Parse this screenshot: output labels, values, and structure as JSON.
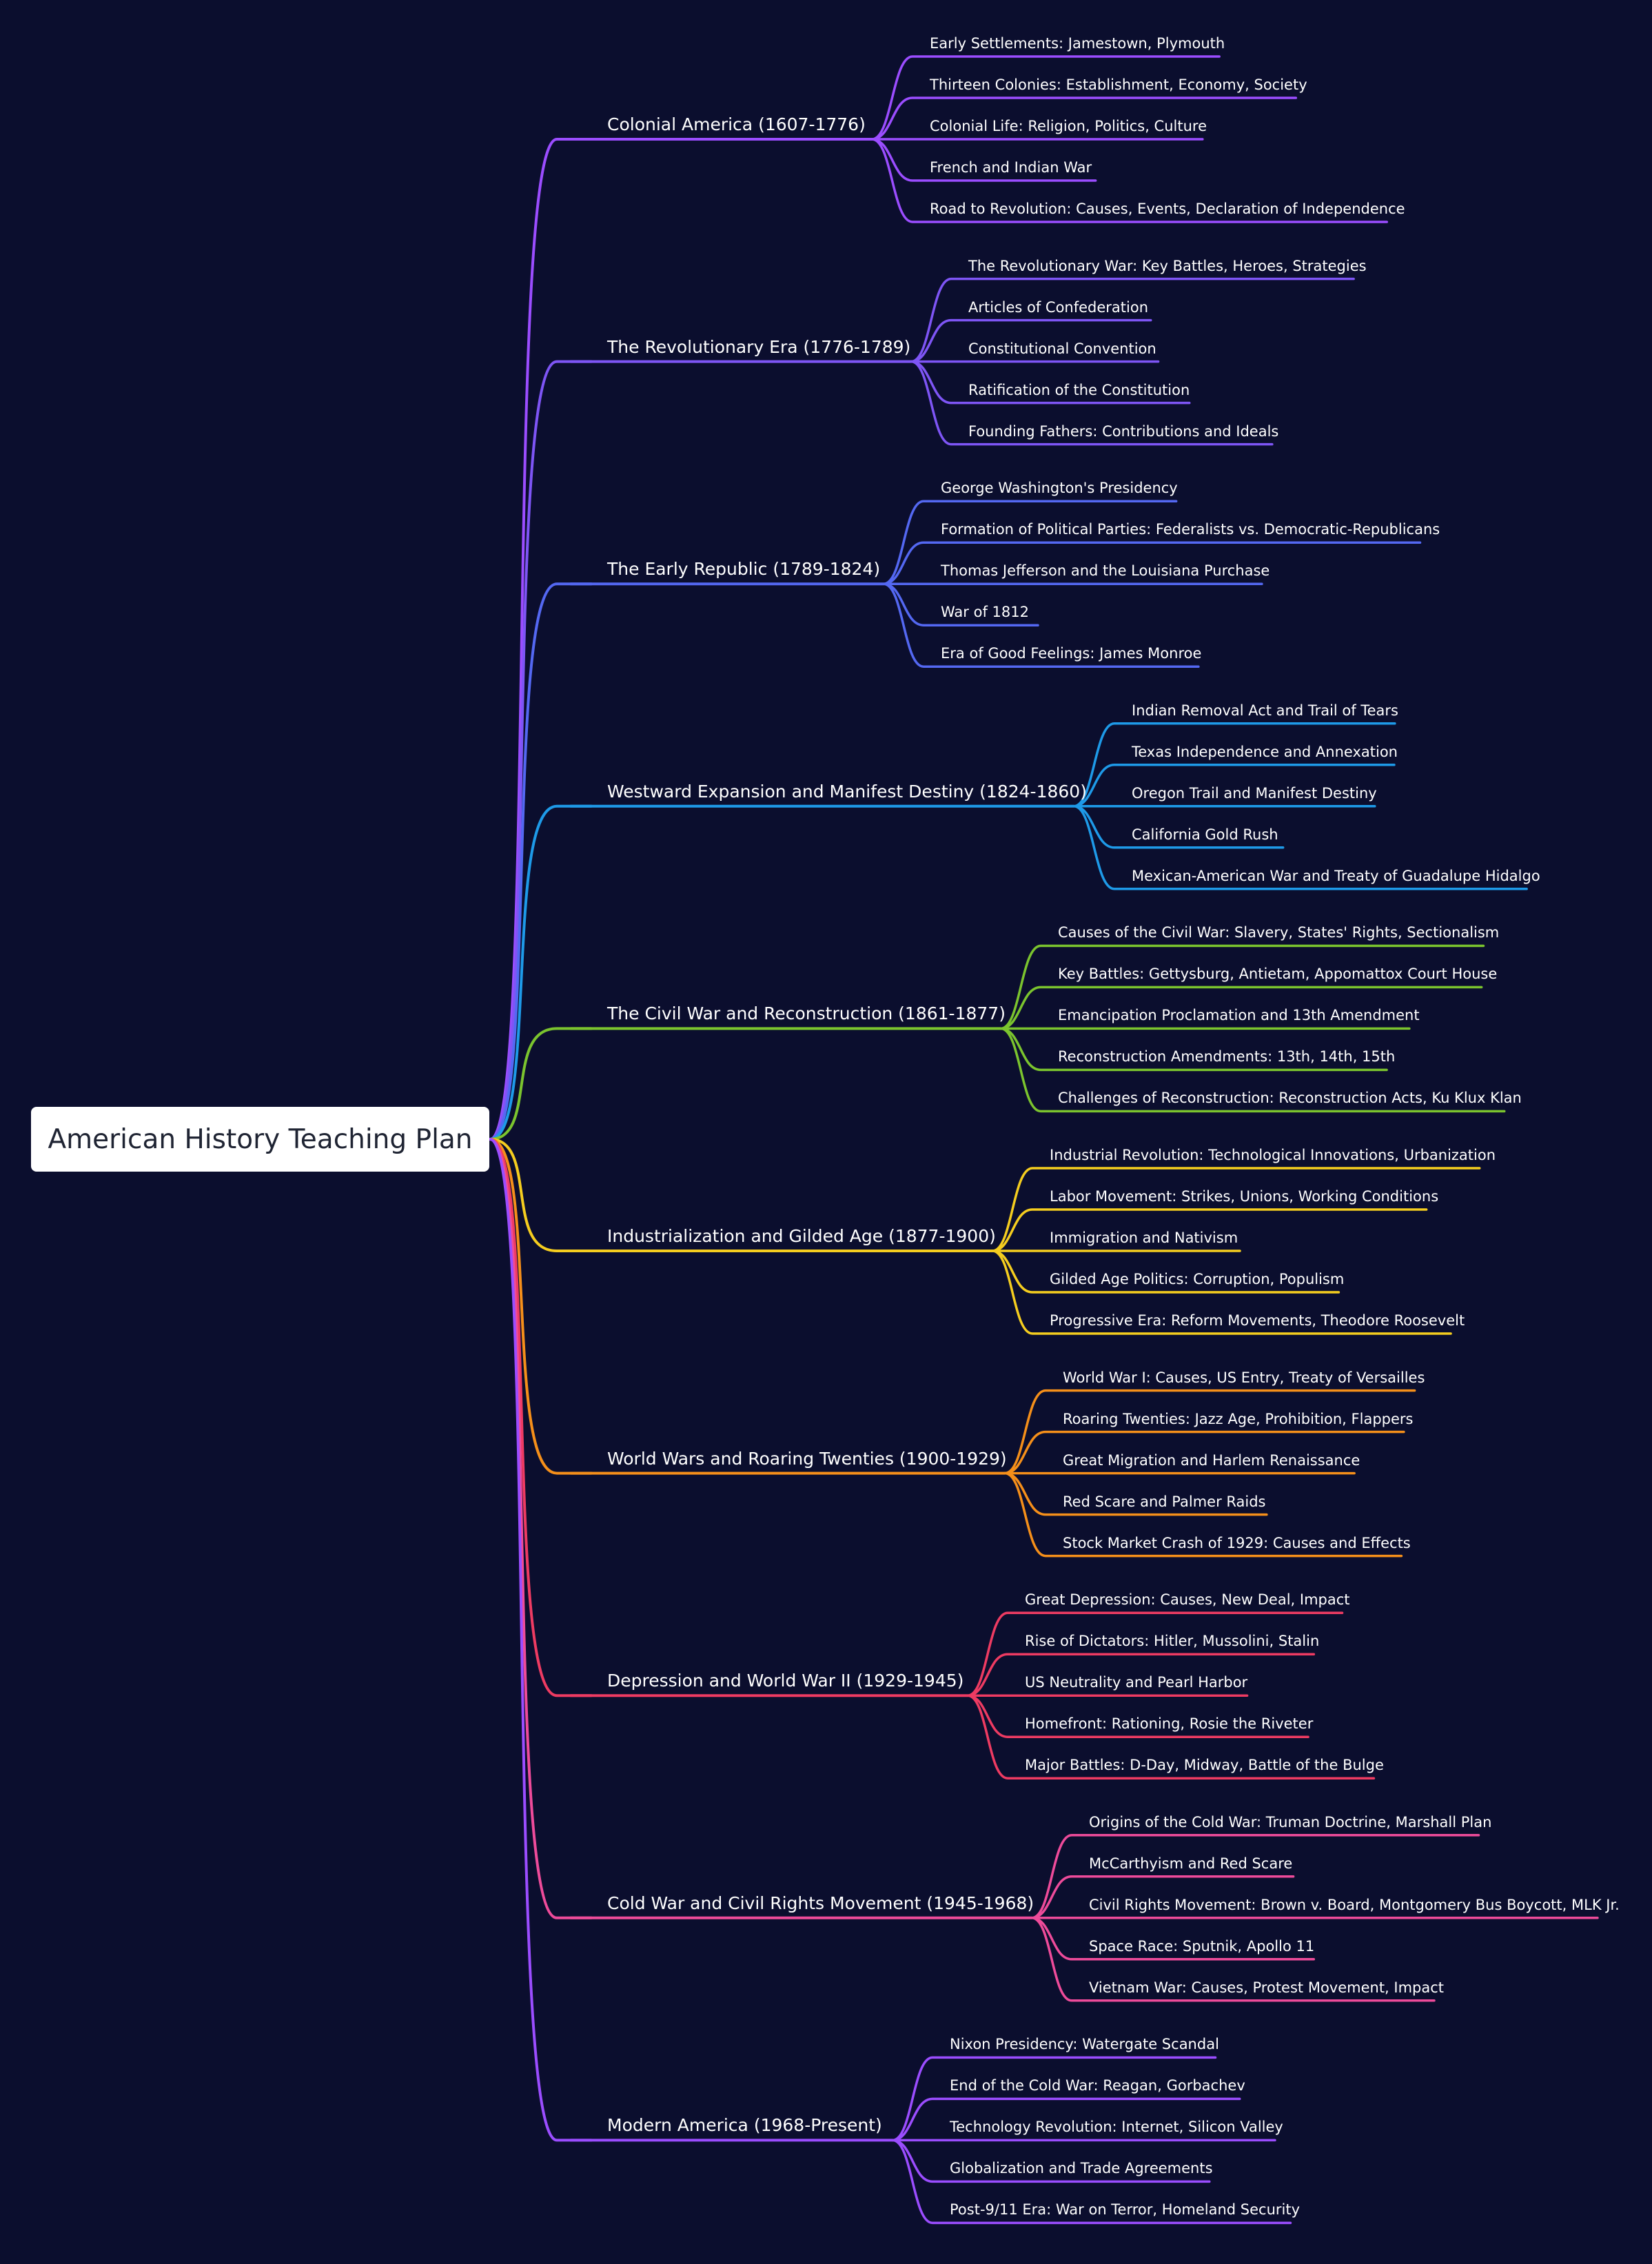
{
  "root": {
    "label": "American History Teaching Plan"
  },
  "branches": [
    {
      "label": "Colonial America (1607-1776)",
      "color": "#9b4dff",
      "topics": [
        "Early Settlements: Jamestown, Plymouth",
        "Thirteen Colonies: Establishment, Economy, Society",
        "Colonial Life: Religion, Politics, Culture",
        "French and Indian War",
        "Road to Revolution: Causes, Events, Declaration of Independence"
      ]
    },
    {
      "label": "The Revolutionary Era (1776-1789)",
      "color": "#7e55f5",
      "topics": [
        "The Revolutionary War: Key Battles, Heroes, Strategies",
        "Articles of Confederation",
        "Constitutional Convention",
        "Ratification of the Constitution",
        "Founding Fathers: Contributions and Ideals"
      ]
    },
    {
      "label": "The Early Republic (1789-1824)",
      "color": "#5468f2",
      "topics": [
        "George Washington's Presidency",
        "Formation of Political Parties: Federalists vs. Democratic-Republicans",
        "Thomas Jefferson and the Louisiana Purchase",
        "War of 1812",
        "Era of Good Feelings: James Monroe"
      ]
    },
    {
      "label": "Westward Expansion and Manifest Destiny (1824-1860)",
      "color": "#1e9ae8",
      "topics": [
        "Indian Removal Act and Trail of Tears",
        "Texas Independence and Annexation",
        "Oregon Trail and Manifest Destiny",
        "California Gold Rush",
        "Mexican-American War and Treaty of Guadalupe Hidalgo"
      ]
    },
    {
      "label": "The Civil War and Reconstruction (1861-1877)",
      "color": "#7bc42e",
      "topics": [
        "Causes of the Civil War: Slavery, States' Rights, Sectionalism",
        "Key Battles: Gettysburg, Antietam, Appomattox Court House",
        "Emancipation Proclamation and 13th Amendment",
        "Reconstruction Amendments: 13th, 14th, 15th",
        "Challenges of Reconstruction: Reconstruction Acts, Ku Klux Klan"
      ]
    },
    {
      "label": "Industrialization and Gilded Age (1877-1900)",
      "color": "#f5cd1f",
      "topics": [
        "Industrial Revolution: Technological Innovations, Urbanization",
        "Labor Movement: Strikes, Unions, Working Conditions",
        "Immigration and Nativism",
        "Gilded Age Politics: Corruption, Populism",
        "Progressive Era: Reform Movements, Theodore Roosevelt"
      ]
    },
    {
      "label": "World Wars and Roaring Twenties (1900-1929)",
      "color": "#f58f1a",
      "topics": [
        "World War I: Causes, US Entry, Treaty of Versailles",
        "Roaring Twenties: Jazz Age, Prohibition, Flappers",
        "Great Migration and Harlem Renaissance",
        "Red Scare and Palmer Raids",
        "Stock Market Crash of 1929: Causes and Effects"
      ]
    },
    {
      "label": "Depression and World War II (1929-1945)",
      "color": "#ee3b62",
      "topics": [
        "Great Depression: Causes, New Deal, Impact",
        "Rise of Dictators: Hitler, Mussolini, Stalin",
        "US Neutrality and Pearl Harbor",
        "Homefront: Rationing, Rosie the Riveter",
        "Major Battles: D-Day, Midway, Battle of the Bulge"
      ]
    },
    {
      "label": "Cold War and Civil Rights Movement (1945-1968)",
      "color": "#ee4b9a",
      "topics": [
        "Origins of the Cold War: Truman Doctrine, Marshall Plan",
        "McCarthyism and Red Scare",
        "Civil Rights Movement: Brown v. Board, Montgomery Bus Boycott, MLK Jr.",
        "Space Race: Sputnik, Apollo 11",
        "Vietnam War: Causes, Protest Movement, Impact"
      ]
    },
    {
      "label": "Modern America (1968-Present)",
      "color": "#9b4dff",
      "topics": [
        "Nixon Presidency: Watergate Scandal",
        "End of the Cold War: Reagan, Gorbachev",
        "Technology Revolution: Internet, Silicon Valley",
        "Globalization and Trade Agreements",
        "Post-9/11 Era: War on Terror, Homeland Security"
      ]
    }
  ]
}
